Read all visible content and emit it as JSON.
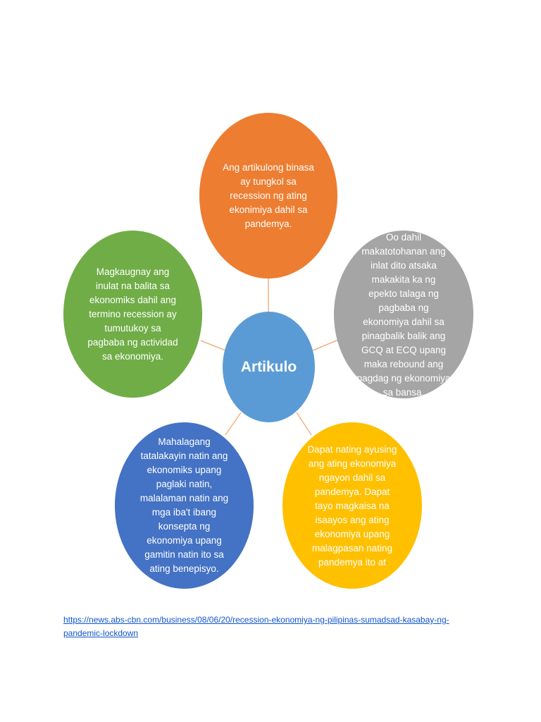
{
  "diagram": {
    "center": {
      "label": "Artikulo",
      "color": "#5b9bd5"
    },
    "nodes": {
      "top": {
        "text": "Ang artikulong binasa\nay tungkol sa\nrecession ng ating\nekonimiya dahil sa\npandemya.",
        "color": "#ed7d31"
      },
      "left": {
        "text": "Magkaugnay ang\ninulat na balita sa\nekonomiks dahil ang\ntermino recession ay\ntumutukoy sa\npagbaba ng actividad\nsa ekonomiya.",
        "color": "#70ad47"
      },
      "right": {
        "text": "Oo dahil\nmakatotohanan ang\ninlat dito atsaka\nmakakita ka ng\nepekto talaga ng\npagbaba ng\nekonomiya dahil  sa\npinagbalik balik ang\nGCQ at ECQ upang\nmaka rebound ang\npagdag ng ekonomiya\nsa bansa.",
        "color": "#a5a5a5"
      },
      "bottom_left": {
        "text": "Mahalagang\ntatalakayin natin ang\nekonomiks upang\npaglaki natin,\nmalalaman natin ang\nmga iba't ibang\nkonsepta ng\nekonomiya upang\ngamitin natin ito sa\nating benepisyo.",
        "color": "#4472c4"
      },
      "bottom_right": {
        "text": "Dapat nating ayusing\nang ating ekonomiya\nngayon dahil sa\npandemya. Dapat\ntayo magkaisa na\nisaayos ang ating\nekonomiya upang\nmalagpasan nating\npandemya ito at",
        "color": "#ffc000"
      }
    },
    "connector_color": "#f4b183"
  },
  "source_link": "https://news.abs-cbn.com/business/08/06/20/recession-ekonomiya-ng-pilipinas-sumadsad-kasabay-ng-\npandemic-lockdown"
}
